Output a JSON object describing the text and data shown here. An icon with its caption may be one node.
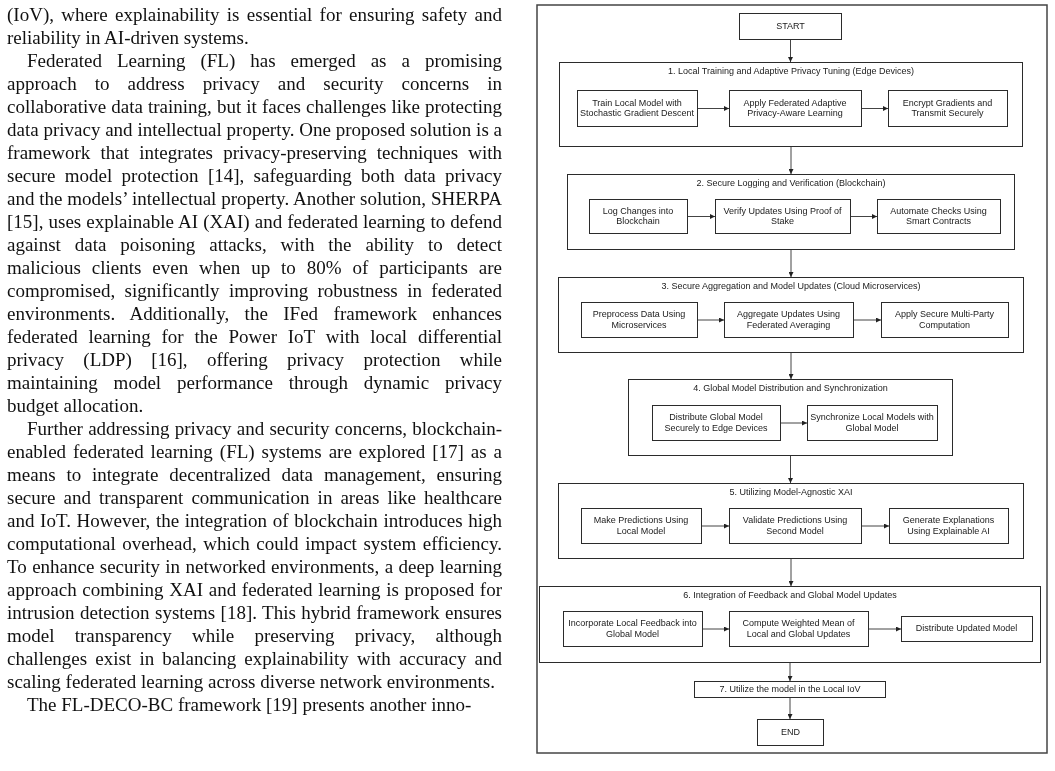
{
  "diagram": {
    "nodes": [
      {
        "text": [
          "START"
        ]
      },
      {
        "text": [
          "1. Local Training and Adaptive Privacy Tuning (Edge Devices)"
        ]
      },
      {
        "text": [
          "Train Local Model with Stochastic Gradient Descent"
        ],
        "in": 1
      },
      {
        "text": [
          "Apply Federated Adaptive Privacy-Aware Learning"
        ],
        "in": 1
      },
      {
        "text": [
          "Encrypt Gradients and Transmit Securely"
        ],
        "in": 1
      },
      {
        "text": [
          "2. Secure Logging and Verification (Blockchain)"
        ]
      },
      {
        "text": [
          "Log Changes into Blockchain"
        ],
        "in": 5
      },
      {
        "text": [
          "Verify Updates Using Proof of Stake"
        ],
        "in": 5
      },
      {
        "text": [
          "Automate Checks Using Smart Contracts"
        ],
        "in": 5
      },
      {
        "text": [
          "3. Secure Aggregation and Model Updates (Cloud Microservices)"
        ]
      },
      {
        "text": [
          "Preprocess Data Using Microservices"
        ],
        "in": 9
      },
      {
        "text": [
          "Aggregate Updates Using Federated Averaging"
        ],
        "in": 9
      },
      {
        "text": [
          "Apply Secure Multi-Party Computation"
        ],
        "in": 9
      },
      {
        "text": [
          "4. Global Model Distribution and Synchronization"
        ]
      },
      {
        "text": [
          "Distribute Global Model Securely to Edge Devices"
        ],
        "in": 13
      },
      {
        "text": [
          "Synchronize Local Models with Global Model"
        ],
        "in": 13
      },
      {
        "text": [
          "5. Utilizing Model-Agnostic XAI"
        ]
      },
      {
        "text": [
          "Make Predictions Using Local Model"
        ],
        "in": 16
      },
      {
        "text": [
          "Validate Predictions Using Second Model"
        ],
        "in": 16
      },
      {
        "text": [
          "Generate Explanations Using Explainable AI"
        ],
        "in": 16
      },
      {
        "text": [
          "6. Integration of Feedback and Global Model Updates"
        ]
      },
      {
        "text": [
          "Incorporate Local Feedback into Global Model"
        ],
        "in": 20
      },
      {
        "text": [
          "Compute Weighted Mean of Local and Global Updates"
        ],
        "in": 20
      },
      {
        "text": [
          "Distribute Updated Model"
        ],
        "in": 20
      },
      {
        "text": [
          "7. Utilize the model in the Local IoV"
        ]
      },
      {
        "text": [
          "END"
        ]
      }
    ],
    "edges": [
      {
        "from": 0,
        "to": 1,
        "arrow": "to"
      },
      {
        "from": 2,
        "to": 3,
        "arrow": "to"
      },
      {
        "from": 3,
        "to": 4,
        "arrow": "to"
      },
      {
        "from": 1,
        "to": 5,
        "arrow": "to"
      },
      {
        "from": 6,
        "to": 7,
        "arrow": "to"
      },
      {
        "from": 7,
        "to": 8,
        "arrow": "to"
      },
      {
        "from": 5,
        "to": 9,
        "arrow": "to"
      },
      {
        "from": 10,
        "to": 11,
        "arrow": "to"
      },
      {
        "from": 11,
        "to": 12,
        "arrow": "to"
      },
      {
        "from": 9,
        "to": 13,
        "arrow": "to"
      },
      {
        "from": 14,
        "to": 15,
        "arrow": "to"
      },
      {
        "from": 13,
        "to": 16,
        "arrow": "to"
      },
      {
        "from": 17,
        "to": 18,
        "arrow": "to"
      },
      {
        "from": 18,
        "to": 19,
        "arrow": "to"
      },
      {
        "from": 16,
        "to": 20,
        "arrow": "to"
      },
      {
        "from": 21,
        "to": 22,
        "arrow": "to"
      },
      {
        "from": 22,
        "to": 23,
        "arrow": "to"
      },
      {
        "from": 20,
        "to": 24,
        "arrow": "to"
      },
      {
        "from": 24,
        "to": 25,
        "arrow": "to"
      }
    ],
    "labels": [
      "(IoV), where explainability is essential for ensuring safety and reliability in AI-driven systems.",
      "Federated Learning (FL) has emerged as a promising approach to address privacy and security concerns in collaborative data training, but it faces challenges like protecting data privacy and intellectual property. One proposed solution is a framework that integrates privacy-preserving techniques with secure model protection [14], safeguarding both data privacy and the models’ intellectual property. Another solution, SHERPA [15], uses explainable AI (XAI) and federated learning to defend against data poisoning attacks, with the ability to detect malicious clients even when up to 80% of participants are compromised, significantly improving robustness in federated environments. Additionally, the IFed framework enhances federated learning for the Power IoT with local differential privacy (LDP) [16], offering privacy protection while maintaining model performance through dynamic privacy budget allocation.",
      "Further addressing privacy and security concerns, blockchain-enabled federated learning (FL) systems are explored [17] as a means to integrate decentralized data management, ensuring secure and transparent communication in areas like healthcare and IoT. However, the integration of blockchain introduces high computational overhead, which could impact system efficiency. To enhance security in networked environments, a deep learning approach combining XAI and federated learning is proposed for intrusion detection systems [18]. This hybrid framework ensures model transparency while preserving privacy, although challenges exist in balancing explainability with accuracy and scaling federated learning across diverse network environments.",
      "The FL-DECO-BC framework [19] presents another inno-"
    ]
  }
}
